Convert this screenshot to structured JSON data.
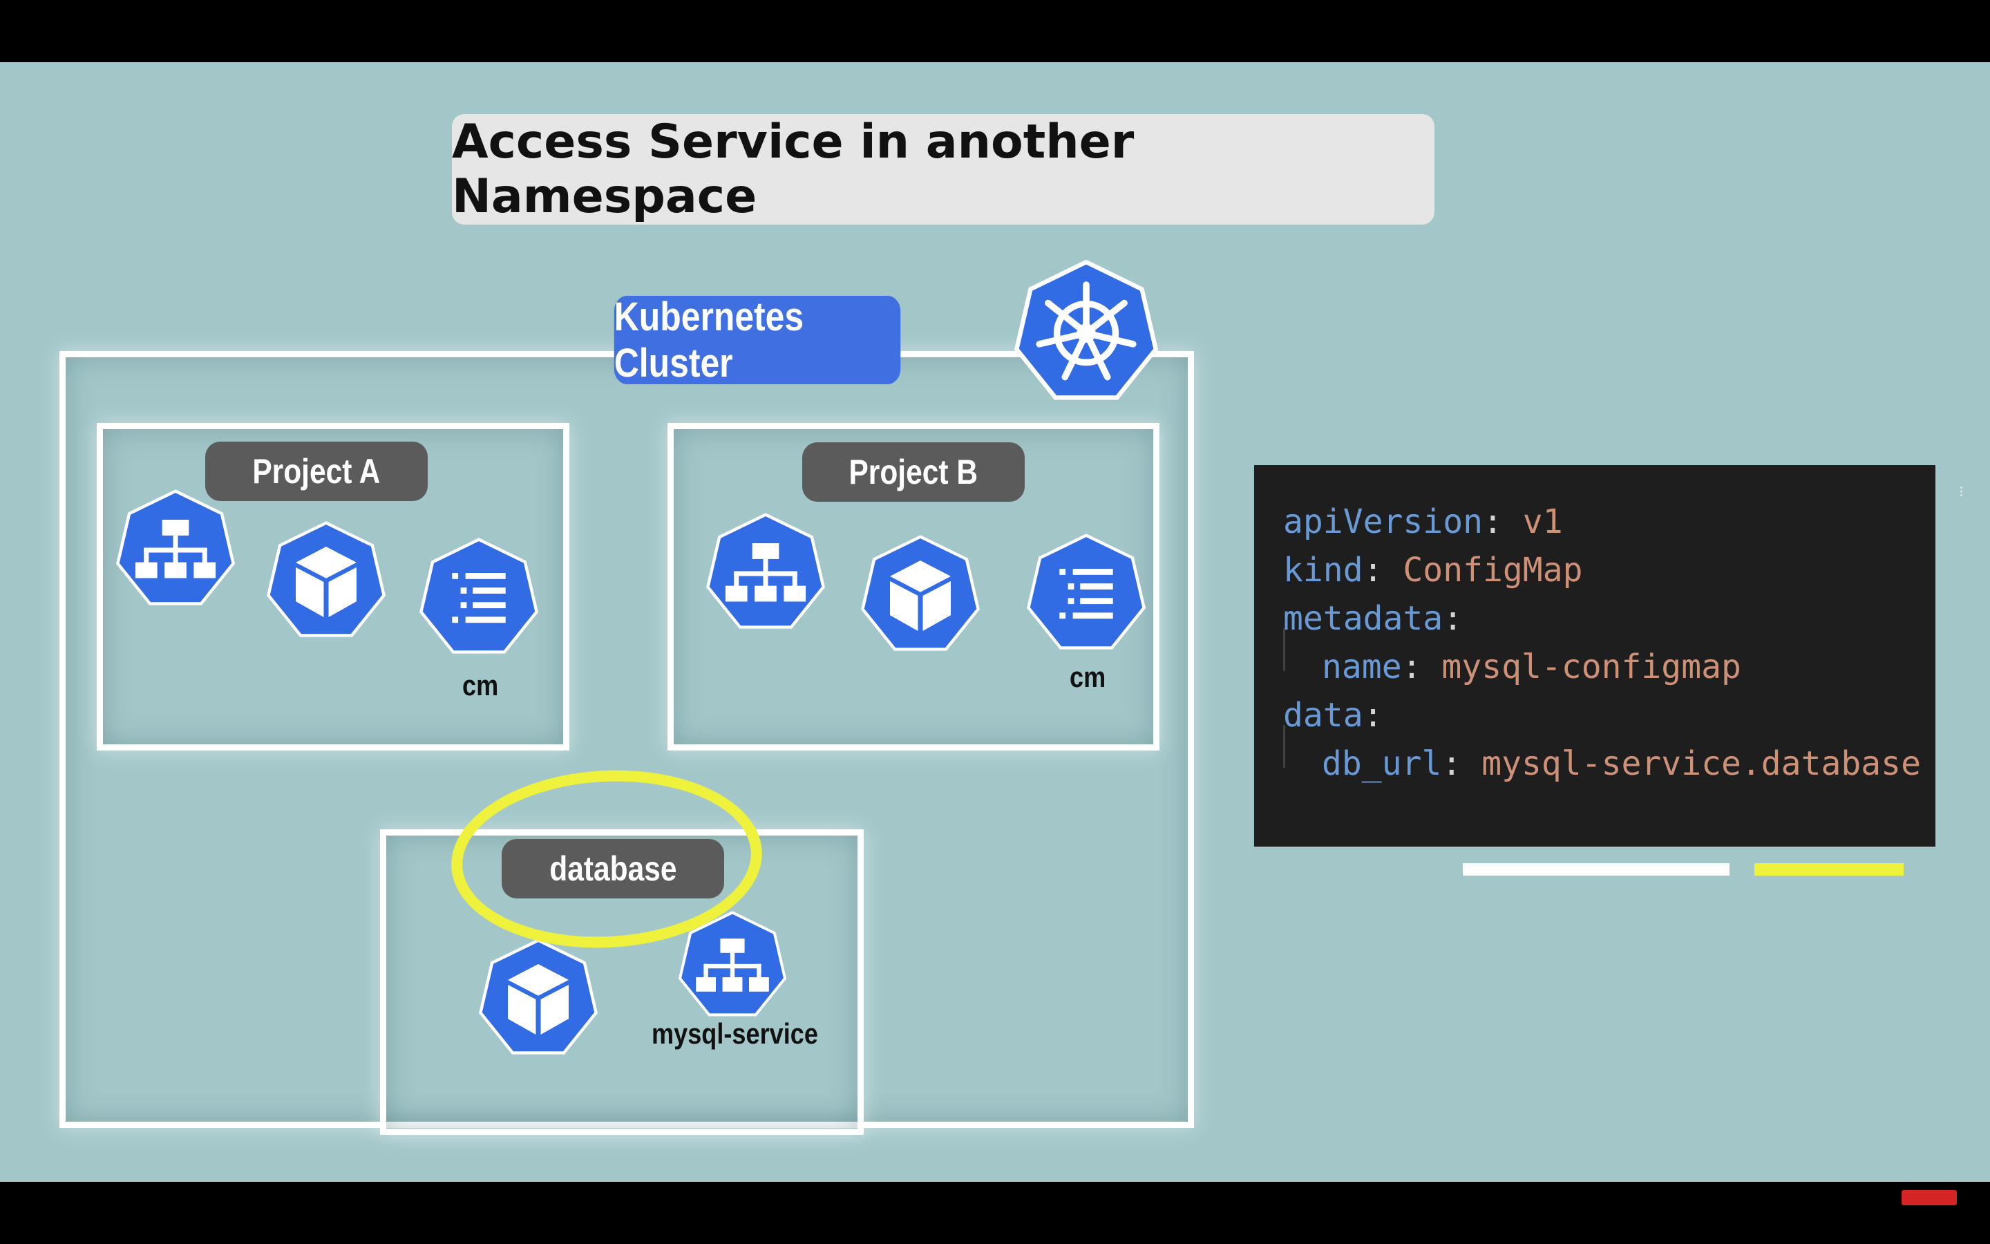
{
  "slide": {
    "title": "Access Service in another Namespace",
    "cluster_label": "Kubernetes Cluster"
  },
  "namespaces": {
    "project_a": {
      "label": "Project A",
      "cm_label": "cm"
    },
    "project_b": {
      "label": "Project B",
      "cm_label": "cm"
    },
    "database": {
      "label": "database",
      "service_label": "mysql-service"
    }
  },
  "configmap": {
    "lines": [
      {
        "key": "apiVersion",
        "value": "v1"
      },
      {
        "key": "kind",
        "value": "ConfigMap"
      },
      {
        "key": "metadata",
        "value": ""
      },
      {
        "key": "name",
        "value": "mysql-configmap"
      },
      {
        "key": "data",
        "value": ""
      },
      {
        "key": "db_url",
        "value": "mysql-service.database"
      }
    ],
    "colon": ":"
  },
  "colors": {
    "background": "#a3c7c9",
    "k8s_blue": "#326ce5",
    "highlight_yellow": "#eef23c",
    "namespace_label": "#5b5b5b"
  }
}
